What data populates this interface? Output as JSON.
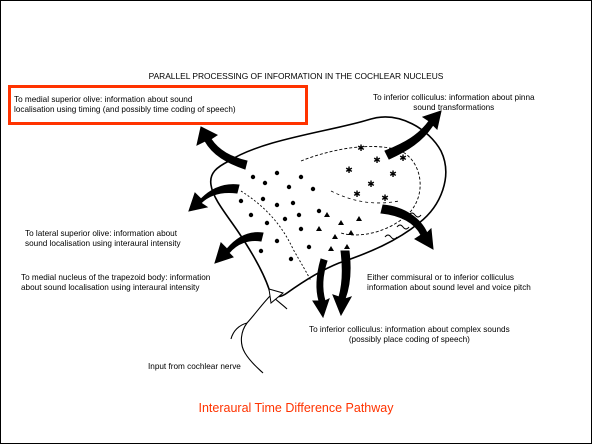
{
  "title": "PARALLEL PROCESSING OF INFORMATION IN THE COCHLEAR NUCLEUS",
  "labels": {
    "mso_line1": "To medial superior olive:  information about sound",
    "mso_line2": "localisation using timing (and possibly time coding of speech)",
    "ic_pinna_line1": "To inferior colliculus: information about pinna",
    "ic_pinna_line2": "sound transformations",
    "lso_line1": "To lateral superior olive:  information  about",
    "lso_line2": "sound localisation using interaural intensity",
    "mntb_line1": "To medial nucleus of the trapezoid body: information",
    "mntb_line2": "about sound localisation using interaural intensity",
    "comm_line1": "Either commisural or to inferior colliculus",
    "comm_line2": "information about sound level and voice pitch",
    "ic_complex_line1": "To inferior colliculus: information about complex sounds",
    "ic_complex_line2": "(possibly place coding of speech)",
    "nerve": "Input from cochlear nerve"
  },
  "caption": "Interaural Time Difference Pathway",
  "colors": {
    "highlight": "#ff3300",
    "caption": "#ff3300",
    "ink": "#000000"
  }
}
